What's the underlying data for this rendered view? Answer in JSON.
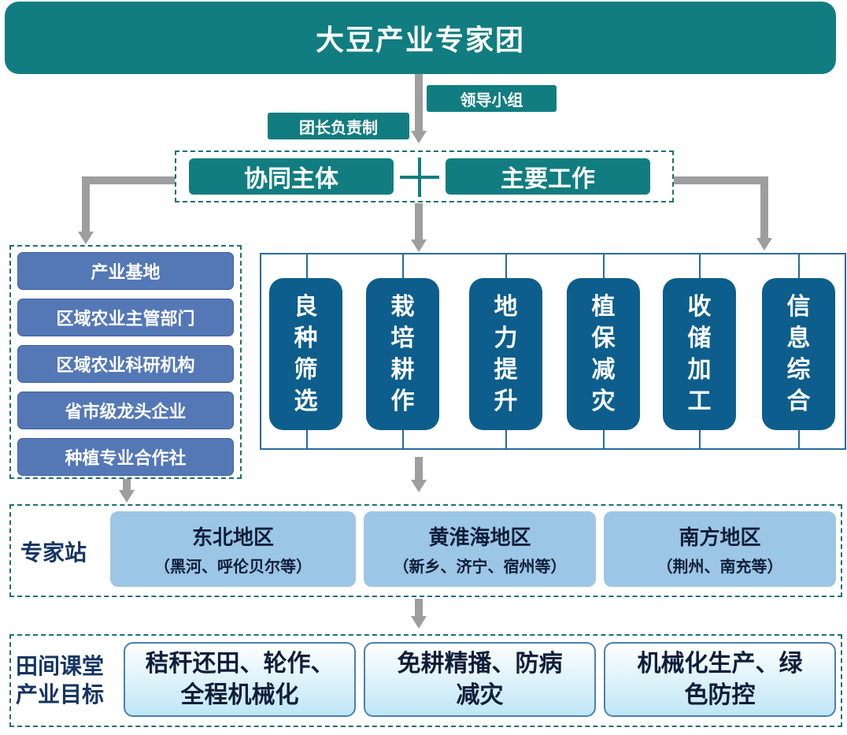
{
  "title": "大豆产业专家团",
  "tags": {
    "leadership": "领导小组",
    "responsibility": "团长负责制"
  },
  "center": {
    "left": "协同主体",
    "plus": "+",
    "right": "主要工作"
  },
  "entities": [
    "产业基地",
    "区域农业主管部门",
    "区域农业科研机构",
    "省市级龙头企业",
    "种植专业合作社"
  ],
  "work": [
    [
      "良",
      "种",
      "筛",
      "选"
    ],
    [
      "栽",
      "培",
      "耕",
      "作"
    ],
    [
      "地",
      "力",
      "提",
      "升"
    ],
    [
      "植",
      "保",
      "减",
      "灾"
    ],
    [
      "收",
      "储",
      "加",
      "工"
    ],
    [
      "信",
      "息",
      "综",
      "合"
    ]
  ],
  "stations": {
    "label": "专家站",
    "regions": [
      {
        "name": "东北地区",
        "detail": "（黑河、呼伦贝尔等）"
      },
      {
        "name": "黄淮海地区",
        "detail": "（新乡、济宁、宿州等）"
      },
      {
        "name": "南方地区",
        "detail": "（荆州、南充等）"
      }
    ]
  },
  "goals": {
    "label_lines": [
      "田间课堂",
      "产业目标"
    ],
    "items": [
      [
        "秸秆还田、轮作、",
        "全程机械化"
      ],
      [
        "免耕精播、防病",
        "减灾"
      ],
      [
        "机械化生产、绿",
        "色防控"
      ]
    ]
  },
  "colors": {
    "teal": "#117d80",
    "entity_blue": "#5478b6",
    "work_blue": "#0d5e8c",
    "region_blue": "#9cc6e6",
    "arrow_gray": "#9e9e9e"
  }
}
